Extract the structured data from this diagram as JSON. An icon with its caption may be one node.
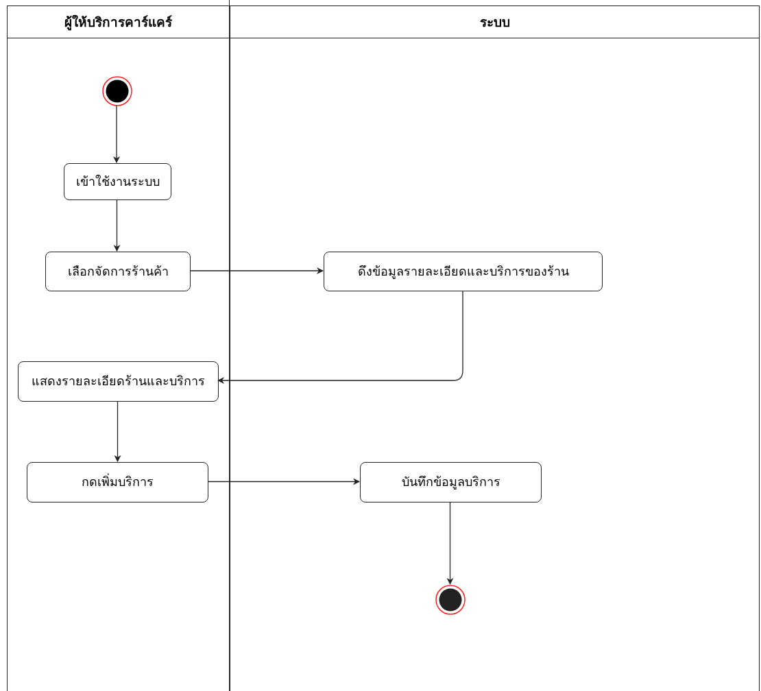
{
  "diagram": {
    "nodes": [
      {
        "text": [
          "ผู้ให้บริการคาร์แคร์"
        ]
      },
      {
        "text": [],
        "shape": "circle",
        "in": 0
      },
      {
        "text": [
          "เข้าใช้งานระบบ"
        ],
        "in": 0
      },
      {
        "text": [
          "เลือกจัดการร้านค้า"
        ],
        "in": 0
      },
      {
        "text": [
          "แสดงรายละเอียดร้านและบริการ"
        ],
        "in": 0
      },
      {
        "text": [
          "กดเพิ่มบริการ"
        ],
        "in": 0
      },
      {
        "text": [
          "ระบบ"
        ]
      },
      {
        "text": [
          "ดึงข้อมูลรายละเอียดและบริการของร้าน"
        ],
        "in": 6
      },
      {
        "text": [
          "บันทึกข้อมูลบริการ"
        ],
        "in": 6
      },
      {
        "text": [],
        "shape": "circle",
        "in": 6
      }
    ],
    "edges": [
      {
        "from": 1,
        "to": 2,
        "arrow": "to"
      },
      {
        "from": 2,
        "to": 3,
        "arrow": "to"
      },
      {
        "from": 3,
        "to": 7,
        "arrow": "to"
      },
      {
        "from": 7,
        "to": 4,
        "arrow": "to"
      },
      {
        "from": 4,
        "to": 5,
        "arrow": "to"
      },
      {
        "from": 5,
        "to": 8,
        "arrow": "to"
      },
      {
        "from": 8,
        "to": 9,
        "arrow": "to"
      }
    ]
  }
}
